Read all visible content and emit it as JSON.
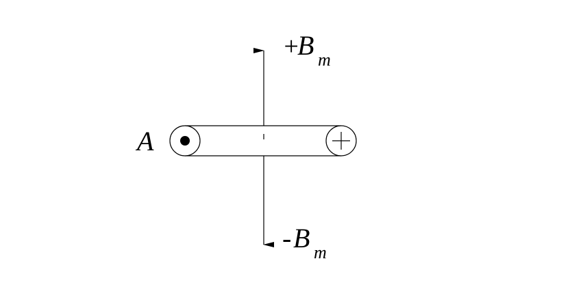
{
  "diagram": {
    "labels": {
      "coil_label": "A",
      "top_flux_sign": "+",
      "top_flux_symbol": "B",
      "top_flux_subscript": "m",
      "bottom_flux_sign": "-",
      "bottom_flux_symbol": "B",
      "bottom_flux_subscript": "m"
    },
    "conductors": {
      "left": "current-out-of-page-dot-icon",
      "right": "current-into-page-cross-icon"
    },
    "colors": {
      "stroke": "#000000",
      "background": "#ffffff"
    }
  }
}
